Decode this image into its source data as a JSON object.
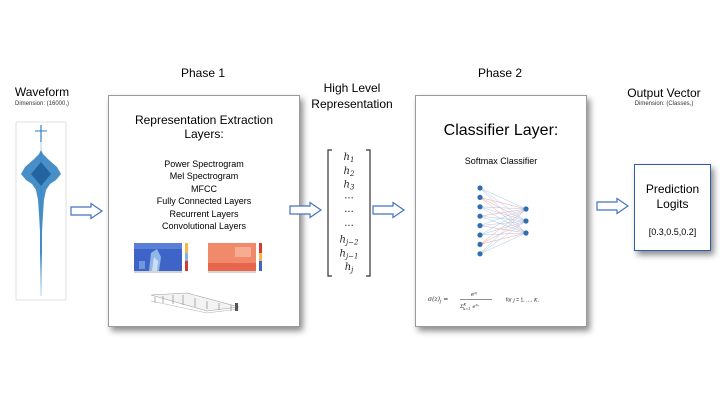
{
  "waveform": {
    "title": "Waveform",
    "dimension": "Dimension: (16000,)"
  },
  "phase1": {
    "label": "Phase 1",
    "title_line1": "Representation Extraction",
    "title_line2": "Layers:",
    "items": [
      "Power Spectrogram",
      "Mel Spectrogram",
      "MFCC",
      "Fully Connected Layers",
      "Recurrent Layers",
      "Convolutional Layers"
    ]
  },
  "representation": {
    "title_line1": "High Level",
    "title_line2": "Representation",
    "vector": [
      "h1",
      "h2",
      "h3",
      "...",
      "...",
      "...",
      "hj-2",
      "hj-1",
      "hj"
    ]
  },
  "phase2": {
    "label": "Phase 2",
    "title": "Classifier Layer:",
    "subtitle": "Softmax Classifier",
    "formula": "σ(z)j = e^zj / Σk=1..K e^zk   for j = 1, ..., K."
  },
  "output": {
    "title": "Output Vector",
    "dimension": "Dimension: (Classes,)",
    "box_line1": "Prediction",
    "box_line2": "Logits",
    "values": "[0.3,0.5,0.2]"
  },
  "colors": {
    "arrow": "#4472c4",
    "node": "#2f6fb0",
    "wave": "#2f80c0"
  }
}
